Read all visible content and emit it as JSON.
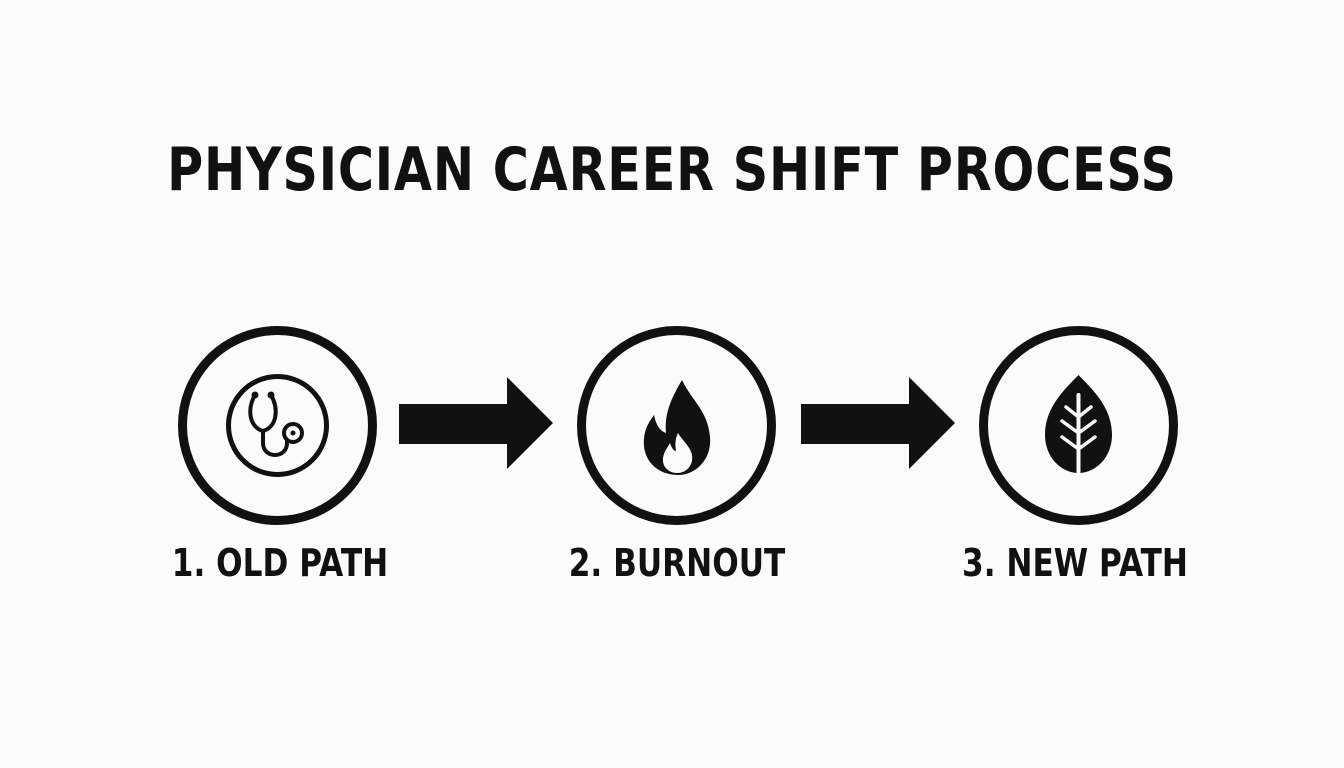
{
  "diagram": {
    "title": "PHYSICIAN CAREER SHIFT PROCESS",
    "steps": [
      {
        "label": "1. OLD PATH",
        "icon": "stethoscope-icon"
      },
      {
        "label": "2. BURNOUT",
        "icon": "flame-icon"
      },
      {
        "label": "3. NEW PATH",
        "icon": "leaf-icon"
      }
    ],
    "colors": {
      "ink": "#111111",
      "background": "#fbfbfb"
    }
  }
}
